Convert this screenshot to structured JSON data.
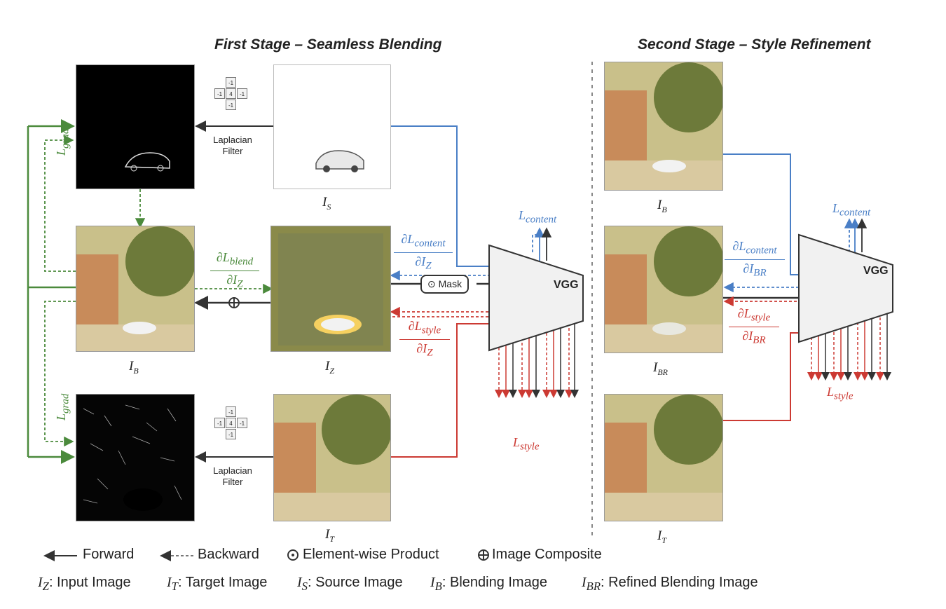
{
  "titles": {
    "stage1": "First Stage – Seamless Blending",
    "stage2": "Second Stage – Style Refinement"
  },
  "captions": {
    "is": "S",
    "ib": "B",
    "iz": "Z",
    "it": "T",
    "ib2": "B",
    "ibr": "BR",
    "it2": "T"
  },
  "kernel_values": [
    "-1",
    "-1",
    "4",
    "-1",
    "-1"
  ],
  "laplacian": {
    "line1": "Laplacian",
    "line2": "Filter"
  },
  "mask_label": "Mask",
  "vgg_label": "VGG",
  "losses": {
    "lgrad": "grad",
    "lcontent": "content",
    "lstyle": "style",
    "dlblend_num": "blend",
    "dlcontent_num": "content",
    "dlstyle_num": "style",
    "dz": "Z",
    "dbr": "BR"
  },
  "legend": {
    "forward": "Forward",
    "backward": "Backward",
    "product": "Element-wise Product",
    "composite": "Image Composite",
    "iz_def": ": Input Image",
    "it_def": ": Target Image",
    "is_def": ": Source Image",
    "ib_def": ": Blending Image",
    "ibr_def": ": Refined Blending Image"
  },
  "colors": {
    "blue": "#4a7fc6",
    "red": "#cc3a33",
    "green": "#4b8a3c",
    "black": "#333333"
  }
}
